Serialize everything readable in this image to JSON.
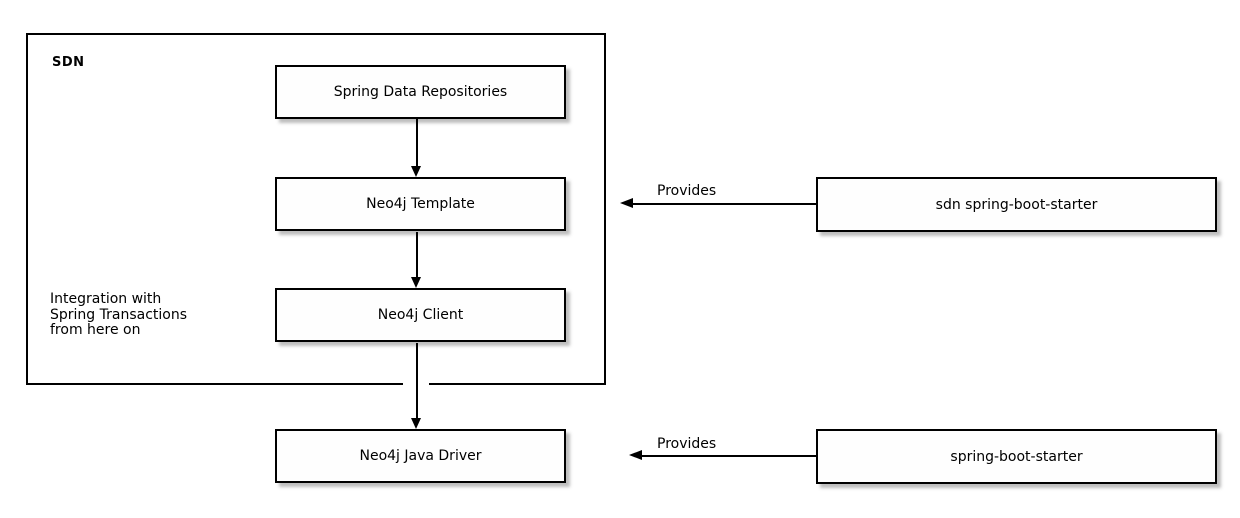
{
  "diagram": {
    "group": {
      "label": "SDN"
    },
    "note": {
      "lines": [
        "Integration with",
        "Spring Transactions",
        "from here on"
      ]
    },
    "nodes": {
      "spring_data_repositories": {
        "label": "Spring Data Repositories"
      },
      "neo4j_template": {
        "label": "Neo4j Template"
      },
      "neo4j_client": {
        "label": "Neo4j Client"
      },
      "neo4j_java_driver": {
        "label": "Neo4j Java Driver"
      },
      "sdn_spring_boot_starter": {
        "label": "sdn spring-boot-starter"
      },
      "spring_boot_starter": {
        "label": "spring-boot-starter"
      }
    },
    "edges": {
      "provides_to_template": {
        "label": "Provides"
      },
      "provides_to_driver": {
        "label": "Provides"
      }
    },
    "colors": {
      "stroke": "#000000",
      "node_fill": "#fefefe",
      "background": "#ffffff"
    }
  }
}
